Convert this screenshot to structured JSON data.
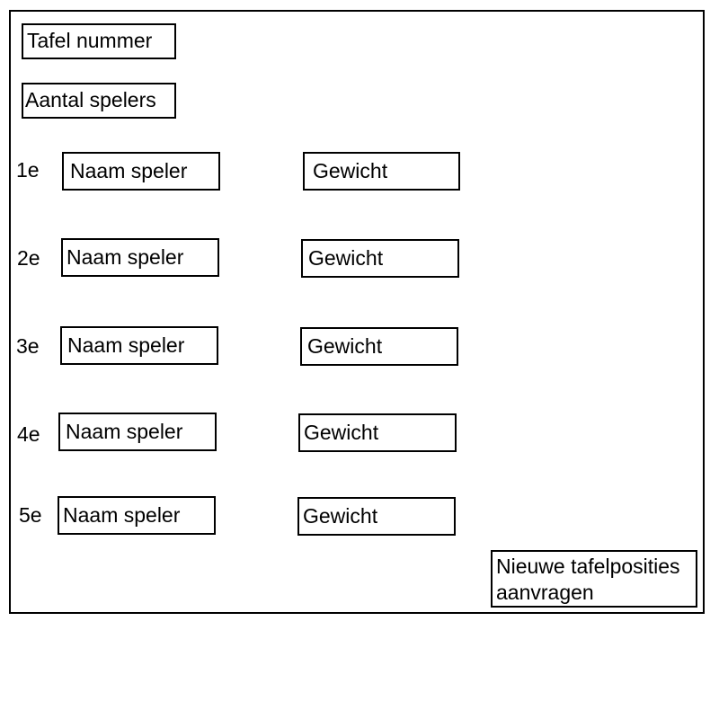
{
  "form": {
    "table_number_placeholder": "Tafel nummer",
    "player_count_placeholder": "Aantal spelers",
    "players": [
      {
        "rank": "1e",
        "name_placeholder": "Naam speler",
        "weight_placeholder": "Gewicht"
      },
      {
        "rank": "2e",
        "name_placeholder": "Naam speler",
        "weight_placeholder": "Gewicht"
      },
      {
        "rank": "3e",
        "name_placeholder": "Naam speler",
        "weight_placeholder": "Gewicht"
      },
      {
        "rank": "4e",
        "name_placeholder": "Naam speler",
        "weight_placeholder": "Gewicht"
      },
      {
        "rank": "5e",
        "name_placeholder": "Naam speler",
        "weight_placeholder": "Gewicht"
      }
    ],
    "submit_label": "Nieuwe tafelposities aanvragen"
  }
}
